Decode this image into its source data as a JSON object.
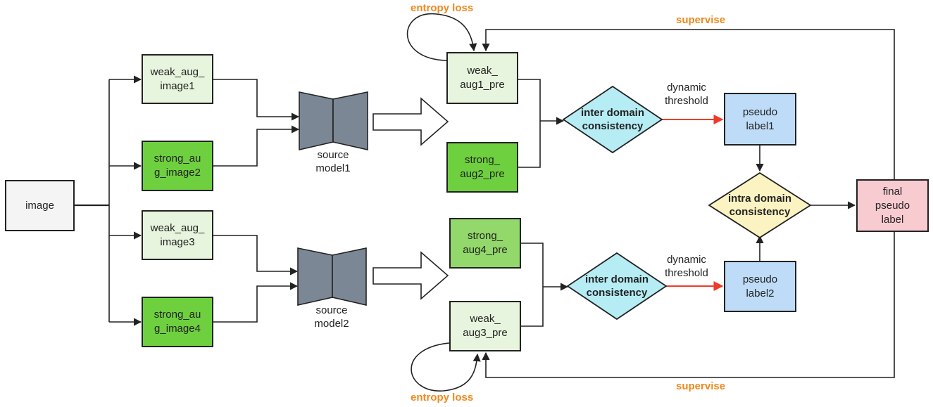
{
  "nodes": {
    "image": "image",
    "weak_aug_image1": "weak_aug_\nimage1",
    "strong_aug_image2": "strong_au\ng_image2",
    "weak_aug_image3": "weak_aug_\nimage3",
    "strong_aug_image4": "strong_au\ng_image4",
    "source_model1": "source\nmodel1",
    "source_model2": "source\nmodel2",
    "weak_aug1_pre": "weak_\naug1_pre",
    "strong_aug2_pre": "strong_\naug2_pre",
    "strong_aug4_pre": "strong_\naug4_pre",
    "weak_aug3_pre": "weak_\naug3_pre",
    "inter_domain_1": "inter domain\nconsistency",
    "inter_domain_2": "inter domain\nconsistency",
    "intra_domain": "intra domain\nconsistency",
    "pseudo_label1": "pseudo\nlabel1",
    "pseudo_label2": "pseudo\nlabel2",
    "final_pseudo_label": "final\npseudo\nlabel"
  },
  "edge_labels": {
    "entropy_loss_top": "entropy loss",
    "entropy_loss_bottom": "entropy loss",
    "supervise_top": "supervise",
    "supervise_bottom": "supervise",
    "dynamic_threshold_1": "dynamic\nthreshold",
    "dynamic_threshold_2": "dynamic\nthreshold"
  },
  "colors": {
    "light_green": "#e8f5de",
    "mid_green": "#93d86a",
    "dark_green": "#6ed03f",
    "model_gray": "#7c8795",
    "diamond_cyan": "#b6edf5",
    "diamond_yellow": "#fbf4c2",
    "pseudo_blue": "#bedcf7",
    "final_pink": "#f8cbd1",
    "threshold_arrow_red": "#f03a2a",
    "label_orange": "#f0891e"
  }
}
